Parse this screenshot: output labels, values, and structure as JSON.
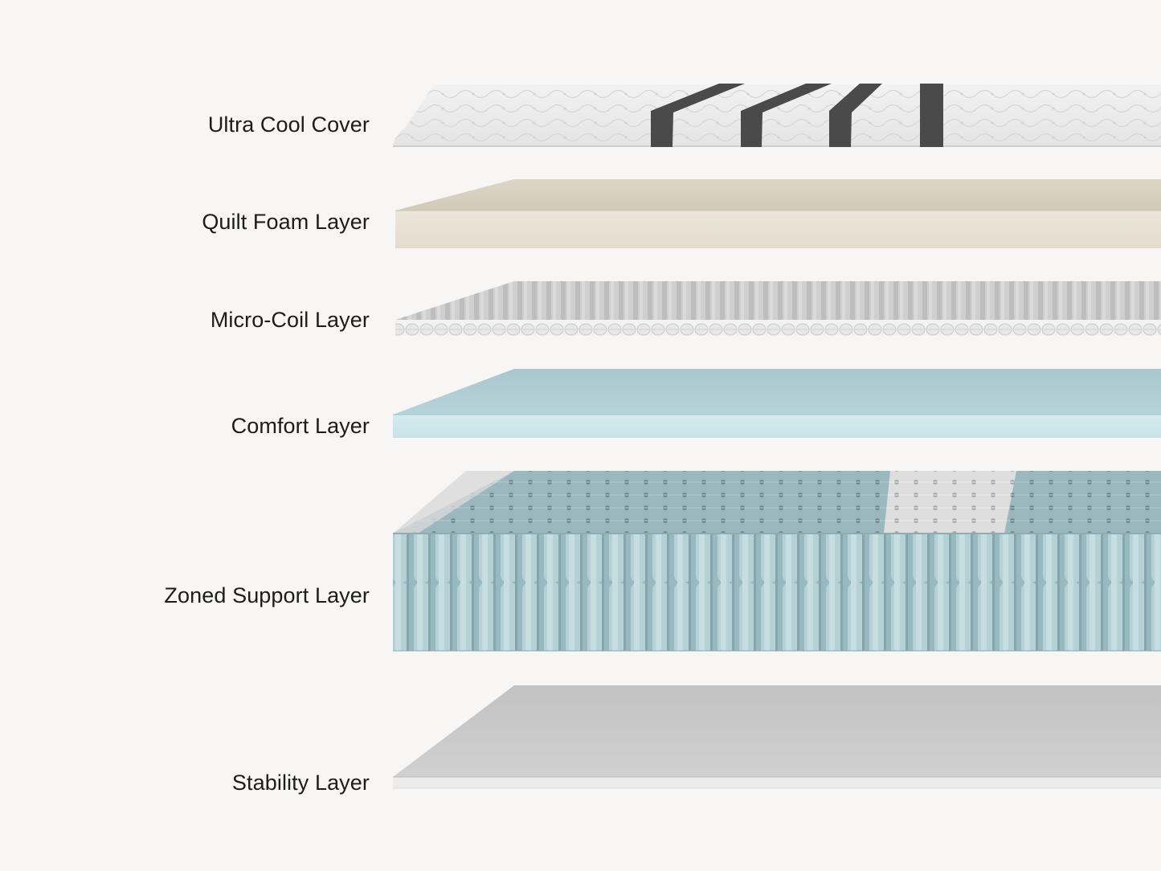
{
  "layers": [
    {
      "label": "Ultra Cool Cover",
      "icon": "quilted-cover-icon",
      "color": "#ececec"
    },
    {
      "label": "Quilt Foam Layer",
      "icon": "foam-slab-icon",
      "color": "#e6dfd1"
    },
    {
      "label": "Micro-Coil Layer",
      "icon": "micro-coil-icon",
      "color": "#c9c9c9"
    },
    {
      "label": "Comfort Layer",
      "icon": "foam-slab-icon",
      "color": "#c7e0e6"
    },
    {
      "label": "Zoned Support Layer",
      "icon": "pocket-coil-icon",
      "color": "#a9c6cc"
    },
    {
      "label": "Stability Layer",
      "icon": "base-slab-icon",
      "color": "#cfcfcf"
    }
  ],
  "colors": {
    "background": "#f7f6f4",
    "text": "#1c1c1c",
    "cover_stripe": "#4a4a4a"
  }
}
